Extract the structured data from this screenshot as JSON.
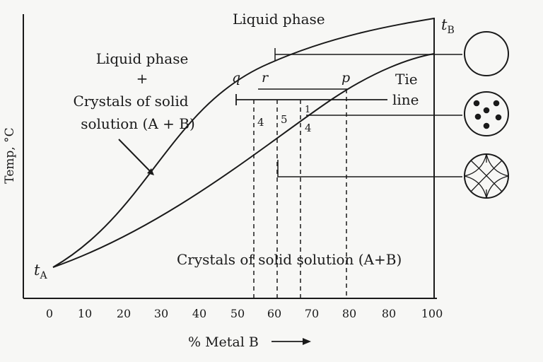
{
  "diagram": {
    "y_axis_label": "Temp, °C",
    "x_axis_label": "% Metal B",
    "x_ticks": [
      "0",
      "10",
      "20",
      "30",
      "40",
      "50",
      "60",
      "70",
      "80",
      "80",
      "100"
    ],
    "t_a_main": "t",
    "t_a_sub": "A",
    "t_b_main": "t",
    "t_b_sub": "B",
    "region_liquid": "Liquid phase",
    "region_mixed": [
      "Liquid phase",
      "+",
      "Crystals of solid",
      "solution (A + B)"
    ],
    "region_solid": "Crystals of solid solution (A+B)",
    "tie_line_label": [
      "Tie",
      "line"
    ],
    "point_q": "q",
    "point_r": "r",
    "point_p": "p",
    "ratio_left": "4",
    "ratio_mid": "5",
    "ratio_right_num": "1",
    "ratio_right_den": "4"
  }
}
